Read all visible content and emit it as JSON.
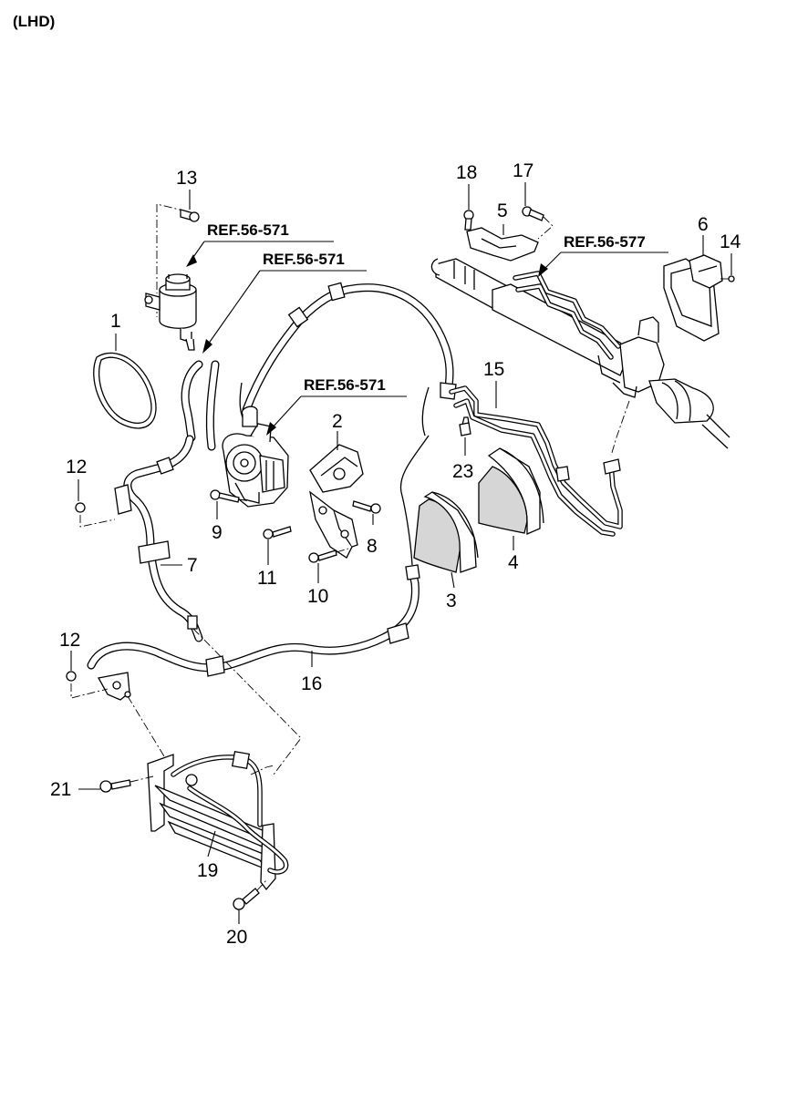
{
  "title": "(LHD)",
  "references": {
    "ref_reservoir": "REF.56-571",
    "ref_hose": "REF.56-571",
    "ref_pump": "REF.56-571",
    "ref_gear": "REF.56-577"
  },
  "callouts": {
    "c1": "1",
    "c2": "2",
    "c3": "3",
    "c4": "4",
    "c5": "5",
    "c6": "6",
    "c7": "7",
    "c8": "8",
    "c9": "9",
    "c10": "10",
    "c11": "11",
    "c12a": "12",
    "c12b": "12",
    "c13": "13",
    "c14": "14",
    "c15": "15",
    "c16": "16",
    "c17": "17",
    "c18": "18",
    "c19": "19",
    "c20": "20",
    "c21": "21",
    "c23": "23"
  }
}
